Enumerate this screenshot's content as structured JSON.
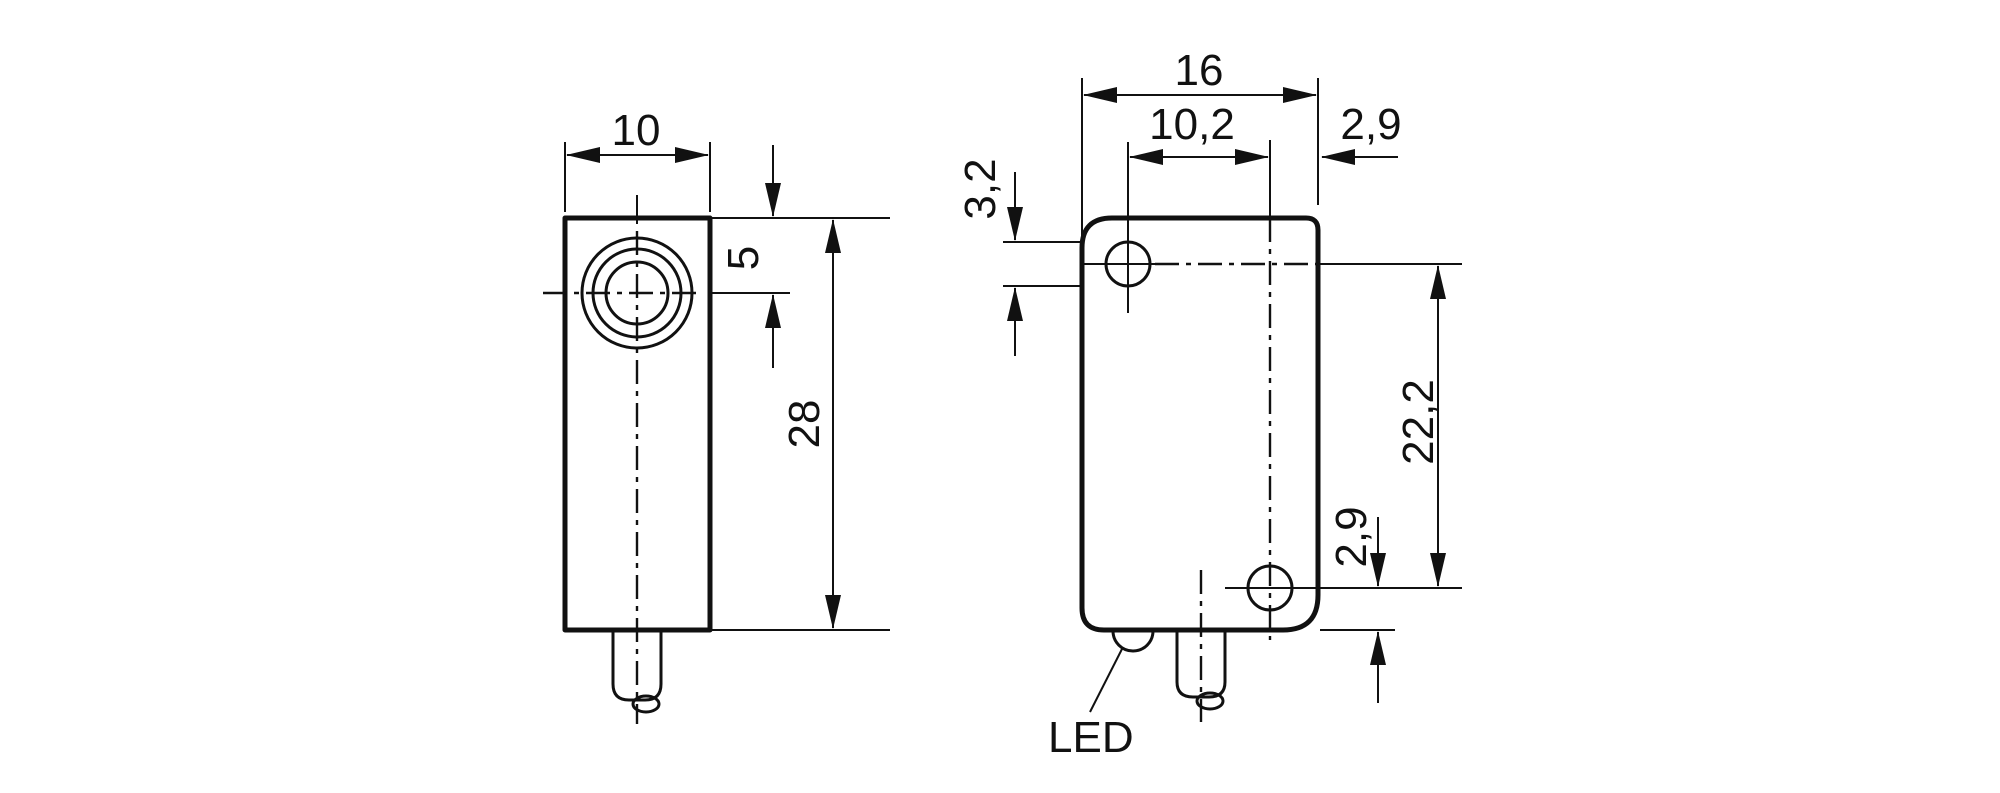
{
  "drawing": {
    "background_color": "#ffffff",
    "line_color": "#111111",
    "front_view": {
      "dim_width": "10",
      "dim_face_offset": "5",
      "dim_height": "28"
    },
    "side_view": {
      "dim_width": "16",
      "dim_hole_inset_horizontal": "10,2",
      "dim_corner_offset_top": "2,9",
      "dim_hole_diameter": "3,2",
      "dim_hole_spacing_vertical": "22,2",
      "dim_hole_to_bottom_edge": "2,9",
      "led_label": "LED"
    }
  }
}
